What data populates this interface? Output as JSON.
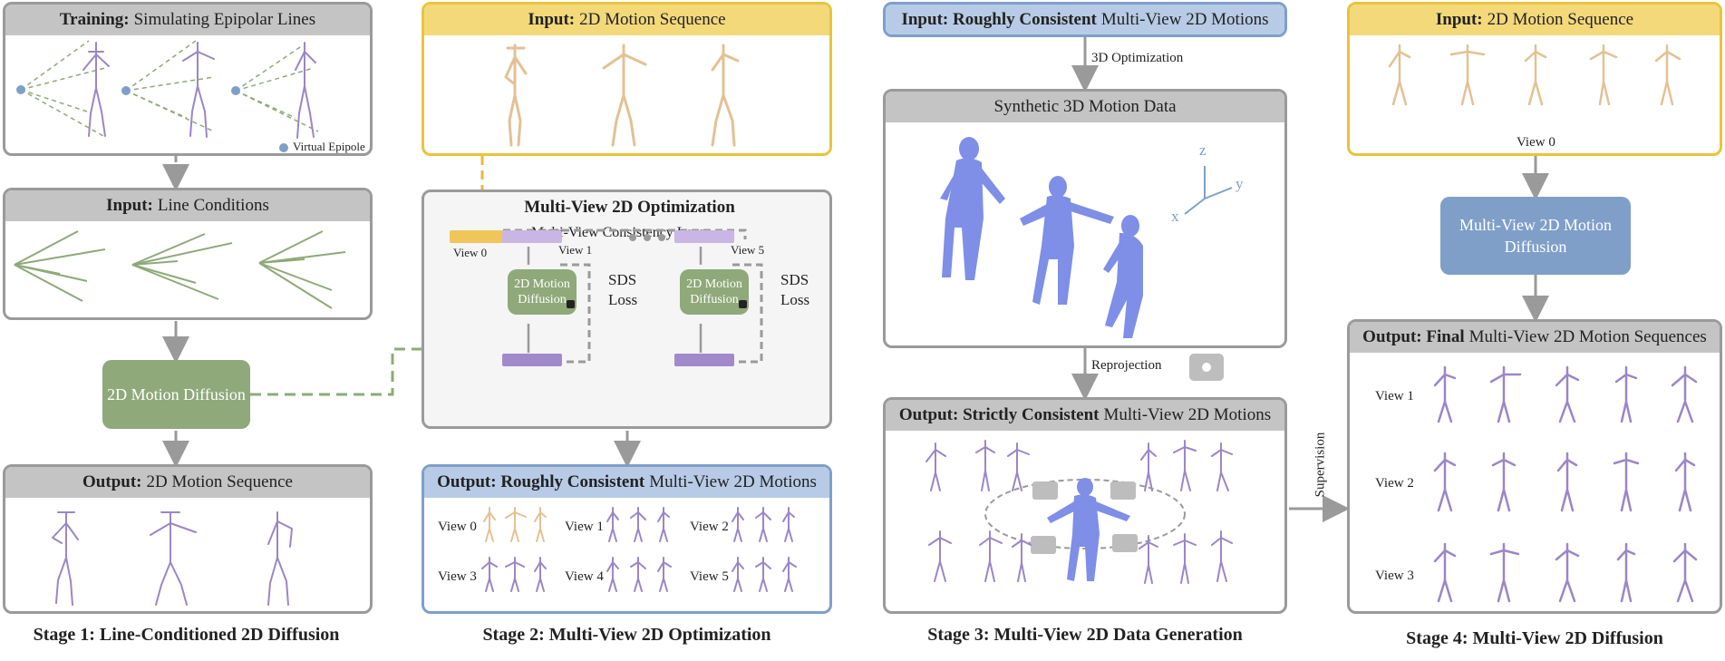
{
  "stage1": {
    "training_bold": "Training:",
    "training_rest": "Simulating Epipolar Lines",
    "virtual_epipole": "Virtual Epipole",
    "input_bold": "Input:",
    "input_rest": "Line Conditions",
    "diffusion": "2D Motion Diffusion",
    "output_bold": "Output:",
    "output_rest": "2D Motion Sequence",
    "caption": "Stage 1: Line-Conditioned 2D Diffusion"
  },
  "stage2": {
    "input_bold": "Input:",
    "input_rest": "2D Motion Sequence",
    "opt_title": "Multi-View 2D Optimization",
    "consistency_loss": "Multi-View Consistency Loss",
    "view0": "View 0",
    "view1": "View 1",
    "view5": "View 5",
    "diffusion": "2D Motion Diffusion",
    "sds_loss": "SDS Loss",
    "output_bold": "Output: Roughly Consistent",
    "output_rest": "Multi-View 2D Motions",
    "views": [
      "View 0",
      "View 1",
      "View 2",
      "View 3",
      "View 4",
      "View 5"
    ],
    "caption": "Stage 2: Multi-View 2D Optimization"
  },
  "stage3": {
    "input_bold": "Input: Roughly Consistent",
    "input_rest": "Multi-View 2D Motions",
    "optimization_3d": "3D Optimization",
    "synthetic_title": "Synthetic 3D Motion Data",
    "axis_z": "z",
    "axis_y": "y",
    "axis_x": "x",
    "reprojection": "Reprojection",
    "output_bold": "Output: Strictly Consistent",
    "output_rest": "Multi-View 2D Motions",
    "caption": "Stage 3: Multi-View 2D Data Generation"
  },
  "stage4": {
    "input_bold": "Input:",
    "input_rest": "2D Motion Sequence",
    "view0": "View 0",
    "diffusion": "Multi-View 2D Motion Diffusion",
    "output_bold": "Output: Final",
    "output_rest": "Multi-View 2D Motion Sequences",
    "views": [
      "View 1",
      "View 2",
      "View 3"
    ],
    "caption": "Stage 4: Multi-View 2D Diffusion"
  },
  "supervision": "Supervision",
  "colors": {
    "panel_border": "#9a9a9a",
    "yellow": "#e8c43a",
    "blue": "#7f9fc9",
    "green": "#8fa97a",
    "purple": "#9b86c6",
    "tan": "#e3c193",
    "mesh": "#7f8ee6"
  }
}
